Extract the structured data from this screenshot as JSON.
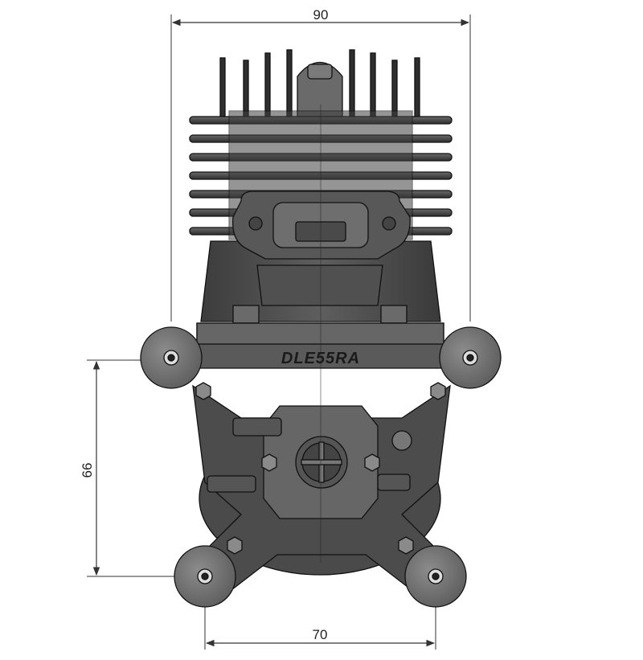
{
  "drawing": {
    "model_label": "DLE55RA",
    "dimensions": {
      "overall_width": "90",
      "mount_height": "66",
      "mount_width": "70"
    }
  },
  "colors": {
    "body_dark": "#3a3a3a",
    "body_mid": "#5a5a5a",
    "body_light": "#8a8a8a",
    "line": "#111111",
    "dimension_line": "#333333"
  },
  "icons": {
    "engine": "engine-drawing",
    "bolt": "hex-bolt-icon",
    "mount_hole": "mount-hole-icon"
  }
}
